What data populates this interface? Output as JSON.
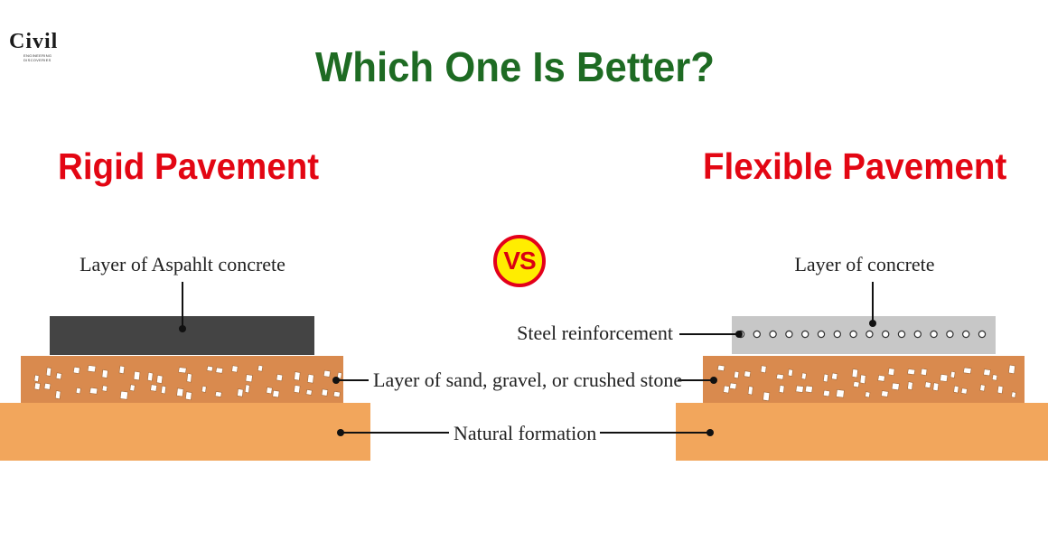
{
  "logo": {
    "text": "Civil",
    "subtext": "ENGINEERING DISCOVERIES"
  },
  "title": "Which One Is Better?",
  "headings": {
    "left": "Rigid Pavement",
    "right": "Flexible Pavement"
  },
  "vs_label": "VS",
  "labels": {
    "left_top": "Layer of Aspahlt concrete",
    "right_top": "Layer of concrete",
    "steel": "Steel reinforcement",
    "base": "Layer of sand, gravel, or crushed stone",
    "natural": "Natural formation"
  },
  "colors": {
    "title": "#1e6b23",
    "heading": "#e30613",
    "vs_fill": "#ffed00",
    "vs_border": "#e3001b",
    "asphalt": "#444444",
    "concrete": "#c7c7c7",
    "gravel": "#d98a4e",
    "natural": "#f2a65c",
    "line": "#111111"
  }
}
